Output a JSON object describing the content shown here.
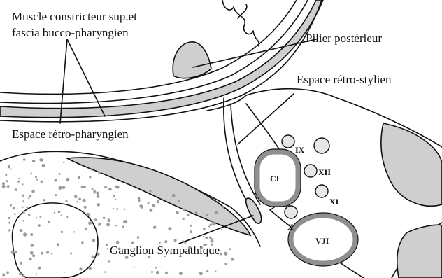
{
  "labels": {
    "muscle_line1": "Muscle constricteur sup.et",
    "muscle_line2": "fascia bucco-pharyngien",
    "pilier": "Pilier postérieur",
    "retro_stylien": "Espace rétro-stylien",
    "retro_pharyngien": "Espace rétro-pharyngien",
    "ganglion": "Ganglion Sympathique",
    "ci": "CI",
    "vji": "VJI",
    "ix": "IX",
    "xii": "XII",
    "xi": "XI",
    "x": "X"
  },
  "colors": {
    "ink": "#111111",
    "fill_gray": "#cfcfcf",
    "ring_gray": "#8f8f8f",
    "dots": "#9a9a9a"
  }
}
